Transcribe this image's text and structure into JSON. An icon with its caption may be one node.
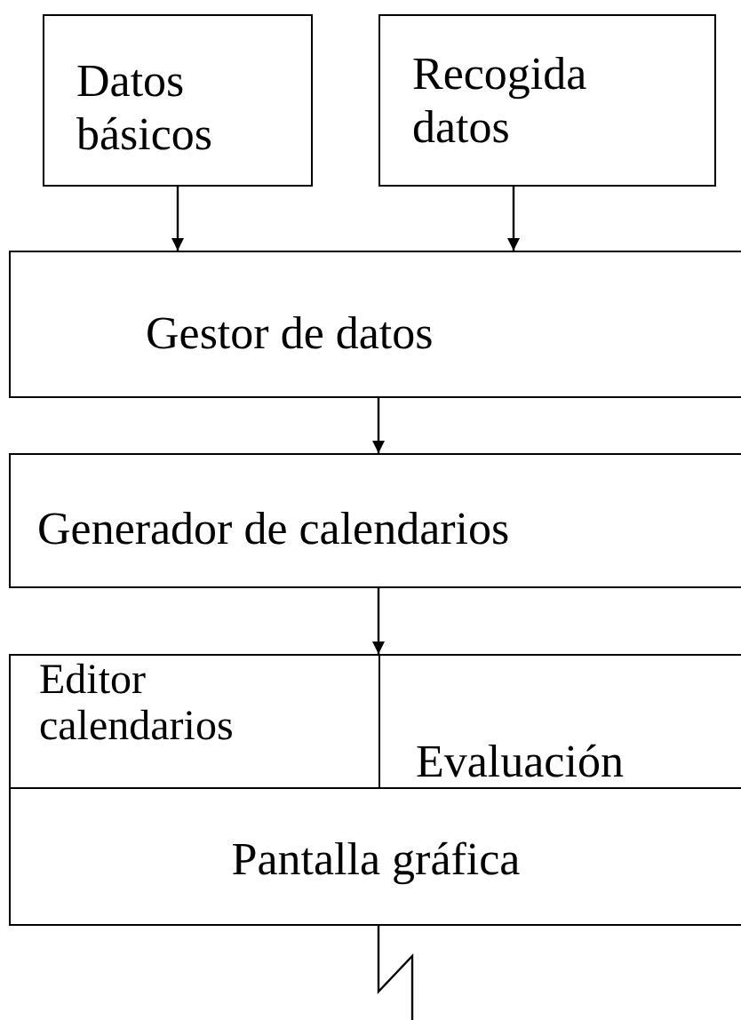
{
  "diagram": {
    "nodes": [
      {
        "text": [
          "Datos básicos"
        ]
      },
      {
        "text": [
          "Recogida datos"
        ]
      },
      {
        "text": [
          "Gestor de datos"
        ]
      },
      {
        "text": [
          "Generador de calendarios"
        ]
      },
      {
        "text": [
          "Editor calendarios"
        ]
      },
      {
        "text": [
          "Evaluación"
        ]
      },
      {
        "text": [
          "Pantalla gráfica"
        ]
      }
    ],
    "edges": [
      {
        "from": 0,
        "to": 2,
        "arrow": "to"
      },
      {
        "from": 1,
        "to": 2,
        "arrow": "to"
      },
      {
        "from": 2,
        "to": 3,
        "arrow": "to"
      },
      {
        "from": 3,
        "to": 4,
        "arrow": "to"
      },
      {
        "from": 6,
        "to": null,
        "arrow": "none"
      }
    ]
  }
}
